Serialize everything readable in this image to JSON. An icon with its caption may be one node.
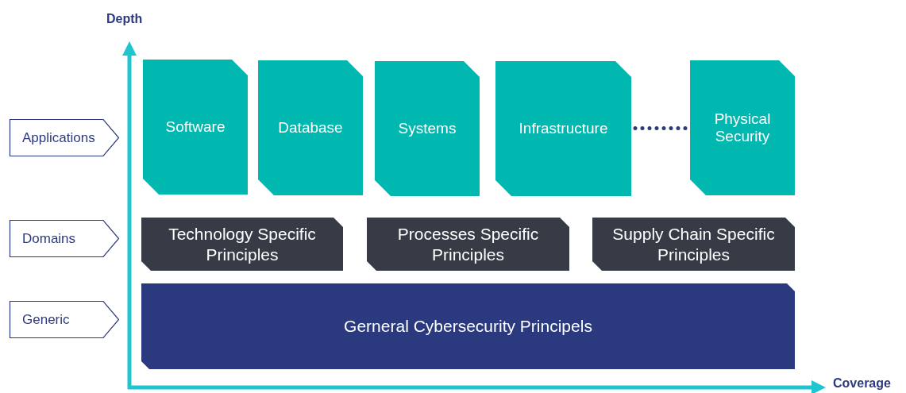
{
  "diagram": {
    "nodes": [
      {
        "text": [
          "Applications"
        ]
      },
      {
        "text": [
          "Domains"
        ]
      },
      {
        "text": [
          "Generic"
        ]
      },
      {
        "text": [
          "Software"
        ]
      },
      {
        "text": [
          "Database"
        ]
      },
      {
        "text": [
          "Systems"
        ]
      },
      {
        "text": [
          "Infrastructure"
        ]
      },
      {
        "text": [
          "Physical Security"
        ]
      },
      {
        "text": [
          "Technology Specific Principles"
        ]
      },
      {
        "text": [
          "Processes Specific Principles"
        ]
      },
      {
        "text": [
          "Supply Chain Specific Principles"
        ]
      },
      {
        "text": [
          "Gerneral Cybersecurity Principels"
        ]
      }
    ],
    "edges": [
      {
        "from": 6,
        "to": 7,
        "arrow": "none",
        "style": "dashed",
        "color": "#2b3a7e"
      }
    ],
    "labels": [
      "Depth",
      "Coverage"
    ]
  }
}
